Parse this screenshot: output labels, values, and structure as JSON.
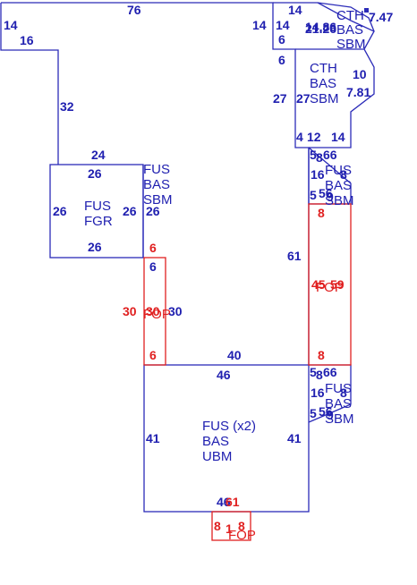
{
  "colors": {
    "blue": "#2b2bb8",
    "red": "#e02020",
    "background": "#ffffff"
  },
  "dims": {
    "top_76": "76",
    "left_14": "14",
    "left_16": "16",
    "left_32": "32",
    "fgr_24": "24",
    "fgr_top_26": "26",
    "fgr_left_26": "26",
    "fgr_right_26": "26",
    "fgr_bottom_26": "26",
    "top_fus_right_26": "26",
    "red_top_6": "6",
    "blue_6": "6",
    "red_30_left": "30",
    "red_30_mid": "30",
    "blue_30": "30",
    "red_bottom_6": "6",
    "mid_40": "40",
    "big_46_top": "46",
    "big_41_left": "41",
    "big_41_right": "41",
    "big_46_bottom": "46",
    "red_61_bottom": "61",
    "fop_bottom_8a": "8",
    "fop_bottom_1": "1",
    "fop_bottom_8b": "8",
    "right_61": "61",
    "corr_14a": "14",
    "corr_14b": "14",
    "corr_14c": "14",
    "corr_6a": "6",
    "corr_6b": "6",
    "corr_27a": "27",
    "corr_27b": "27",
    "corr_4": "4",
    "corr_12": "12",
    "corr_14d": "14",
    "cth_top_val": "14.86",
    "cth_top_val2": "21.26",
    "cth_7_47": "7.47",
    "cth_10": "10",
    "cth_7_81": "7.81",
    "sbm1_5": "5",
    "sbm1_8": "8",
    "sbm1_66": "66",
    "sbm1_16": "16",
    "sbm1_8b": "8",
    "sbm1_5b": "5",
    "sbm1_56": "56",
    "sbm1_9": "9",
    "red_8_top": "8",
    "red_45": "45",
    "red_59": "59",
    "red_8_bottom": "8",
    "sbm2_5": "5",
    "sbm2_8": "8",
    "sbm2_66": "66",
    "sbm2_16": "16",
    "sbm2_8b": "8",
    "sbm2_5b": "5",
    "sbm2_56": "56",
    "sbm2_9": "9"
  },
  "labels": {
    "cth_top": [
      "CTH",
      "BAS",
      "SBM"
    ],
    "cth_mid": [
      "CTH",
      "BAS",
      "SBM"
    ],
    "fus_top": [
      "FUS",
      "BAS",
      "SBM"
    ],
    "fus_fgr": [
      "FUS",
      "FGR"
    ],
    "fus_right1": [
      "FUS",
      "BAS",
      "SBM"
    ],
    "fus_right2": [
      "FUS",
      "BAS",
      "SBM"
    ],
    "fus_big": [
      "FUS (x2)",
      "BAS",
      "UBM"
    ],
    "fop_mid_left": "FOP",
    "fop_right": "FOP",
    "fop_bottom": "FOP"
  }
}
